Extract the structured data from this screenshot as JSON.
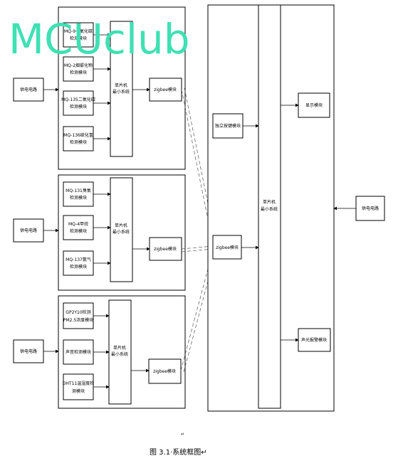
{
  "watermark": "MCUclub",
  "caption": "图 3.1·系统框图↵",
  "mark": "↵",
  "node_1": {
    "supply": "供电电路",
    "mcu": [
      "单片机",
      "最小系统"
    ],
    "zigbee": "zigbee模块",
    "sensors": [
      [
        "MQ-9一氧化碳",
        "检测模块"
      ],
      [
        "MQ-2烟雾化物",
        "检测模块"
      ],
      [
        "MQ-135二氧化碳",
        "检测模块"
      ],
      [
        "MQ-136硫化氢",
        "检测模块"
      ]
    ]
  },
  "node_2": {
    "supply": "供电电路",
    "mcu": [
      "单片机",
      "最小系统"
    ],
    "zigbee": "zigbee模块",
    "sensors": [
      [
        "MQ-131臭氧",
        "检测模块"
      ],
      [
        "MQ-4甲烷",
        "检测模块"
      ],
      [
        "MQ-137氨气",
        "检测模块"
      ]
    ]
  },
  "node_3": {
    "supply": "供电电路",
    "mcu": [
      "单片机",
      "最小系统"
    ],
    "zigbee": "zigbee模块",
    "sensors": [
      [
        "GP2Y10检测",
        "PM2.5浓度模块"
      ],
      [
        "声音检测模块"
      ],
      [
        "DHT11温湿度检",
        "测模块"
      ]
    ]
  },
  "center": {
    "keys": "独立按键模块",
    "zigbee": "zigbee模块",
    "mcu": [
      "单片机",
      "最小系统"
    ],
    "display": "显示模块",
    "alarm": "声光报警模块",
    "supply": "供电电路"
  }
}
